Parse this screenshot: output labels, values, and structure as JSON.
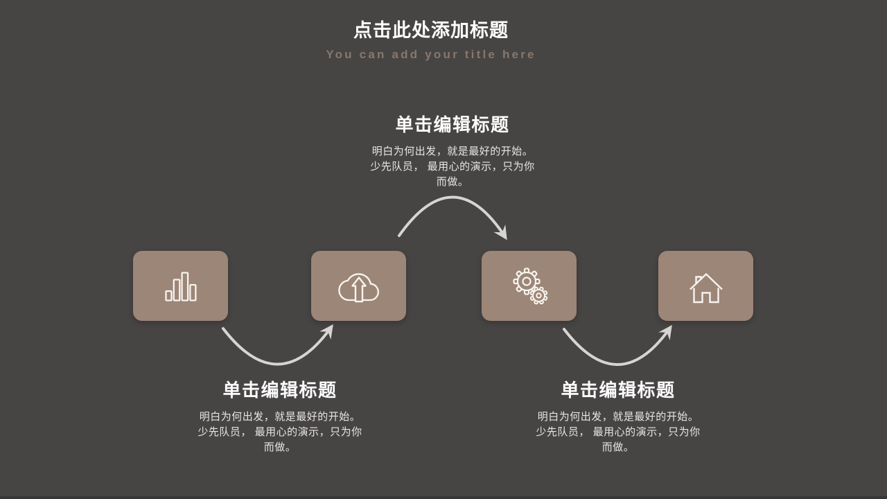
{
  "header": {
    "title": "点击此处添加标题",
    "subtitle": "You can add your title here"
  },
  "steps": [
    {
      "icon": "bar-chart"
    },
    {
      "icon": "cloud-upload"
    },
    {
      "icon": "gears"
    },
    {
      "icon": "home"
    }
  ],
  "text_blocks": {
    "top": {
      "title": "单击编辑标题",
      "lines": [
        "明白为何出发，就是最好的开始。",
        "少先队员， 最用心的演示，只为你",
        "而做。"
      ]
    },
    "bottom_left": {
      "title": "单击编辑标题",
      "lines": [
        "明白为何出发，就是最好的开始。",
        "少先队员， 最用心的演示，只为你",
        "而做。"
      ]
    },
    "bottom_right": {
      "title": "单击编辑标题",
      "lines": [
        "明白为何出发，就是最好的开始。",
        "少先队员， 最用心的演示，只为你",
        "而做。"
      ]
    }
  },
  "colors": {
    "background": "#474444",
    "card": "#9c8678",
    "icon_stroke": "#f8f4ee",
    "arrow": "#d7d5d3",
    "title": "#ffffff",
    "subtitle": "#87786b",
    "body_text": "#e8e6e3"
  }
}
